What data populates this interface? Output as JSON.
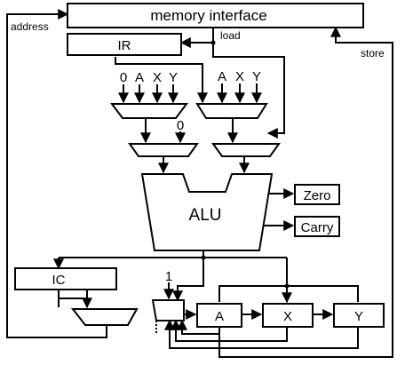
{
  "diagram": {
    "blocks": {
      "memory_interface": "memory interface",
      "ir": "IR",
      "alu": "ALU",
      "zero": "Zero",
      "carry": "Carry",
      "ic": "IC",
      "reg_a": "A",
      "reg_x": "X",
      "reg_y": "Y"
    },
    "signals": {
      "address": "address",
      "load": "load",
      "store": "store"
    },
    "mux_inputs": {
      "left_mux": [
        "0",
        "A",
        "X",
        "Y"
      ],
      "right_mux": [
        "A",
        "X",
        "Y"
      ],
      "second_mux_const": "0",
      "a_mux_const": "1"
    }
  }
}
